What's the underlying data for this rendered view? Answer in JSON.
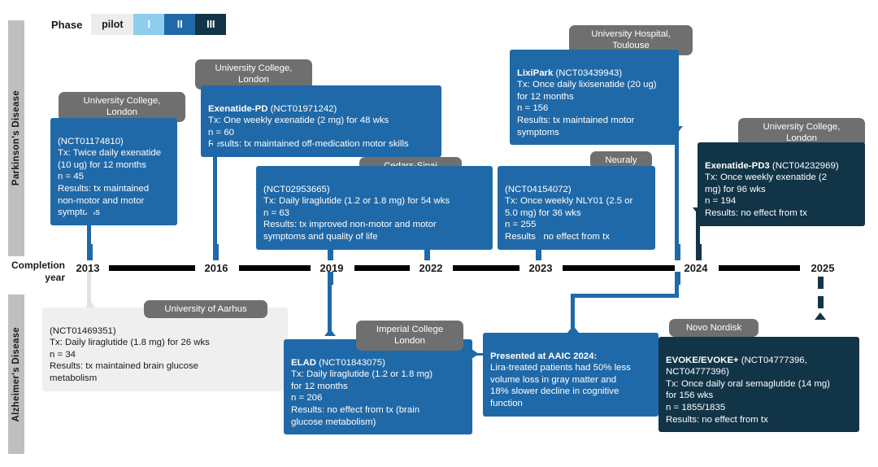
{
  "legend": {
    "title": "Phase",
    "chips": [
      {
        "label": "pilot",
        "color": "#ededed"
      },
      {
        "label": "I",
        "color": "#8ecdee"
      },
      {
        "label": "II",
        "color": "#2069a8"
      },
      {
        "label": "III",
        "color": "#123447"
      }
    ]
  },
  "bands": {
    "parkinsons": "Parkinson's Disease",
    "alzheimers": "Alzheimer's Disease"
  },
  "timeline": {
    "axis_label_line1": "Completion",
    "axis_label_line2": "year",
    "years": [
      "2013",
      "2016",
      "2019",
      "2022",
      "2023",
      "2024",
      "2025"
    ]
  },
  "parkinsons_studies": [
    {
      "id": "exenatide-pilot",
      "institution": "University College,\nLondon",
      "title": "",
      "body": "(NCT01174810)\nTx: Twice daily exenatide\n(10 ug) for 12 months\nn =  45\nResults: tx  maintained\nnon-motor and motor\nsymptoms",
      "phase": "I",
      "year": "2013"
    },
    {
      "id": "exenatide-pd",
      "institution": "University College,\nLondon",
      "title": "Exenatide-PD",
      "body": " (NCT01971242)\nTx: One weekly exenatide (2 mg) for 48 wks\nn =  60\nResults: tx maintained off-medication motor skills",
      "phase": "II",
      "year": "2016"
    },
    {
      "id": "liraglutide-pd",
      "institution": "Cedars-Sinai\nMedical Centre",
      "title": "",
      "body": "(NCT02953665)\nTx: Daily liraglutide (1.2 or 1.8 mg) for 54 wks\nn = 63\nResults: tx improved non-motor and motor\nsymptoms and quality of life",
      "phase": "II",
      "year": "2019"
    },
    {
      "id": "nly01",
      "institution": "Neuraly",
      "title": "",
      "body": "(NCT04154072)\nTx: Once weekly NLY01 (2.5 or\n5.0 mg) for 36 wks\nn = 255\nResults : no effect from tx",
      "phase": "II",
      "year": "2023"
    },
    {
      "id": "lixipark",
      "institution": "University Hospital,\nToulouse",
      "title": "LixiPark",
      "body": " (NCT03439943)\nTx: Once daily lixisenatide (20 ug)\nfor 12 months\nn = 156\nResults: tx maintained motor\nsymptoms",
      "phase": "II",
      "year": "2024"
    },
    {
      "id": "exenatide-pd3",
      "institution": "University College,\nLondon",
      "title": "Exenatide-PD3",
      "body": " (NCT04232969)\nTx: Once weekly exenatide (2\nmg) for 96 wks\nn = 194\nResults: no effect from tx",
      "phase": "III",
      "year": "2024"
    }
  ],
  "alzheimers_studies": [
    {
      "id": "liraglutide-ad-pilot",
      "institution": "University of Aarhus",
      "title": "",
      "body": "(NCT01469351)\nTx: Daily liraglutide (1.8 mg) for 26 wks\nn = 34\nResults: tx maintained brain glucose\nmetabolism",
      "phase": "pilot",
      "year": "2013"
    },
    {
      "id": "elad",
      "institution": "Imperial College\nLondon",
      "title": "ELAD",
      "body": " (NCT01843075)\nTx: Daily liraglutide (1.2 or 1.8 mg)\nfor 12 months\nn = 206\nResults: no effect from tx (brain\nglucose metabolism)",
      "phase": "II",
      "year": "2019"
    },
    {
      "id": "aaic-2024",
      "institution": "",
      "title": "Presented at AAIC 2024:",
      "body": "\nLira-treated patients had 50% less\nvolume loss in gray matter and\n18% slower decline in cognitive\nfunction",
      "phase": "II",
      "year": "2024"
    },
    {
      "id": "evoke",
      "institution": "Novo Nordisk",
      "title": "EVOKE/EVOKE+",
      "body": " (NCT04777396,\nNCT04777396)\nTx: Once daily oral semaglutide (14 mg)\nfor 156 wks\nn = 1855/1835\nResults: no effect from tx",
      "phase": "III",
      "year": "2025"
    }
  ],
  "colors": {
    "phase_pilot": "#ededed",
    "phase_1": "#8ecdee",
    "phase_2": "#2069a8",
    "phase_3": "#123447",
    "band": "#bfbfbf",
    "institution": "#6f6f6f",
    "axis": "#000000"
  }
}
